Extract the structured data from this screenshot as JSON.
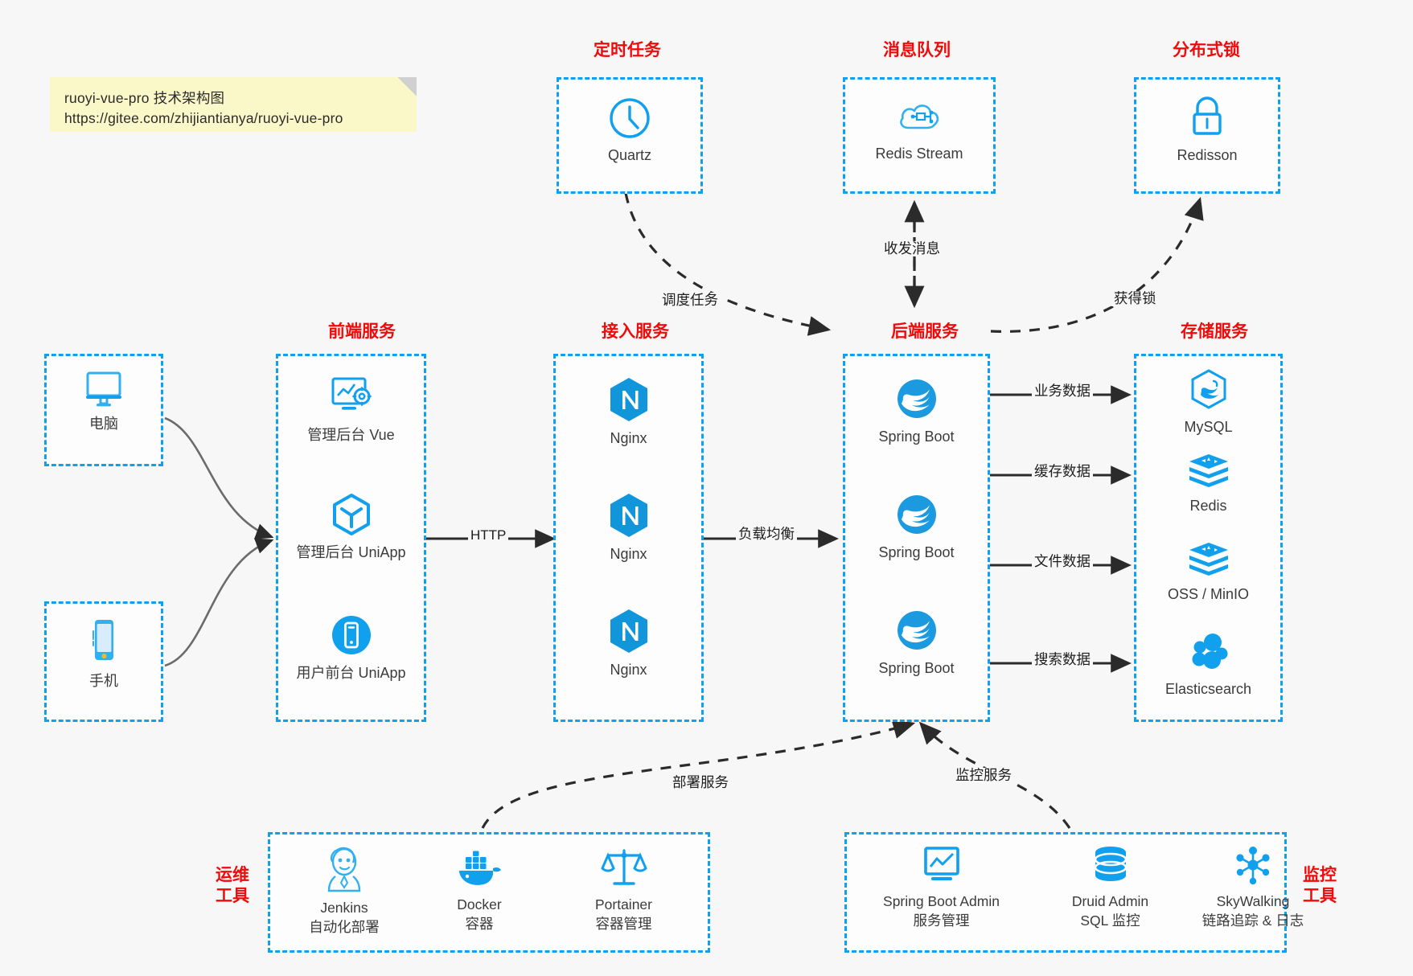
{
  "diagram": {
    "title": "ruoyi-vue-pro 技术架构图",
    "colors": {
      "accent_blue": "#10a0ee",
      "group_title_red": "#f00a0a",
      "note_yellow": "#faf8c8",
      "background": "#f7f7f7",
      "arrow_dark": "#2b2b2b"
    }
  },
  "note": {
    "line1": "ruoyi-vue-pro 技术架构图",
    "line2": "https://gitee.com/zhijiantianya/ruoyi-vue-pro"
  },
  "groups": {
    "scheduler": {
      "title": "定时任务",
      "nodes": [
        {
          "label": "Quartz",
          "icon": "clock-icon"
        }
      ]
    },
    "message_queue": {
      "title": "消息队列",
      "nodes": [
        {
          "label": "Redis Stream",
          "icon": "cloud-stream-icon"
        }
      ]
    },
    "distributed_lock": {
      "title": "分布式锁",
      "nodes": [
        {
          "label": "Redisson",
          "icon": "lock-icon"
        }
      ]
    },
    "clients": {
      "nodes": [
        {
          "label": "电脑",
          "icon": "desktop-icon"
        },
        {
          "label": "手机",
          "icon": "mobile-icon"
        }
      ]
    },
    "frontend": {
      "title": "前端服务",
      "nodes": [
        {
          "label": "管理后台 Vue",
          "icon": "dashboard-gear-icon"
        },
        {
          "label": "管理后台 UniApp",
          "icon": "cube-icon"
        },
        {
          "label": "用户前台 UniApp",
          "icon": "phone-circle-icon"
        }
      ]
    },
    "gateway": {
      "title": "接入服务",
      "nodes": [
        {
          "label": "Nginx",
          "icon": "nginx-icon"
        },
        {
          "label": "Nginx",
          "icon": "nginx-icon"
        },
        {
          "label": "Nginx",
          "icon": "nginx-icon"
        }
      ]
    },
    "backend": {
      "title": "后端服务",
      "nodes": [
        {
          "label": "Spring Boot",
          "icon": "spring-leaf-icon"
        },
        {
          "label": "Spring Boot",
          "icon": "spring-leaf-icon"
        },
        {
          "label": "Spring Boot",
          "icon": "spring-leaf-icon"
        }
      ]
    },
    "storage": {
      "title": "存储服务",
      "nodes": [
        {
          "label": "MySQL",
          "icon": "mysql-dolphin-icon"
        },
        {
          "label": "Redis",
          "icon": "redis-stack-icon"
        },
        {
          "label": "OSS / MinIO",
          "icon": "redis-stack-icon"
        },
        {
          "label": "Elasticsearch",
          "icon": "elasticsearch-icon"
        }
      ]
    },
    "devops": {
      "title": "运维\n工具",
      "title_lines": [
        "运维",
        "工具"
      ],
      "nodes": [
        {
          "label": "Jenkins",
          "sub": "自动化部署",
          "icon": "jenkins-butler-icon"
        },
        {
          "label": "Docker",
          "sub": "容器",
          "icon": "docker-whale-icon"
        },
        {
          "label": "Portainer",
          "sub": "容器管理",
          "icon": "scales-icon"
        }
      ]
    },
    "monitoring": {
      "title_lines": [
        "监控",
        "工具"
      ],
      "nodes": [
        {
          "label": "Spring Boot Admin",
          "sub": "服务管理",
          "icon": "monitor-chart-icon"
        },
        {
          "label": "Druid Admin",
          "sub": "SQL 监控",
          "icon": "database-icon"
        },
        {
          "label": "SkyWalking",
          "sub": "链路追踪 & 日志",
          "icon": "skywalking-nodes-icon"
        }
      ]
    }
  },
  "edges": {
    "schedule_task": "调度任务",
    "send_receive_message": "收发消息",
    "acquire_lock": "获得锁",
    "http": "HTTP",
    "load_balance": "负载均衡",
    "business_data": "业务数据",
    "cache_data": "缓存数据",
    "file_data": "文件数据",
    "search_data": "搜索数据",
    "deploy_service": "部署服务",
    "monitor_service": "监控服务"
  }
}
